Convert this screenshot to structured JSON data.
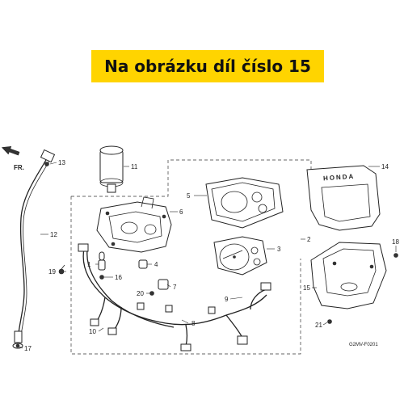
{
  "banner": {
    "text": "Na obrázku díl číslo 15",
    "background": "#ffd400"
  },
  "diagram": {
    "direction_label": "FR.",
    "brand_text": "HONDA",
    "code": "G2MV-F0201",
    "callouts": {
      "c1": "1",
      "c2": "2",
      "c3": "3",
      "c4": "4",
      "c5": "5",
      "c6": "6",
      "c7": "7",
      "c8": "8",
      "c9": "9",
      "c10": "10",
      "c11": "11",
      "c12": "12",
      "c13": "13",
      "c14": "14",
      "c15": "15",
      "c16": "16",
      "c17": "17",
      "c18": "18",
      "c19": "19",
      "c20": "20",
      "c21": "21"
    }
  }
}
